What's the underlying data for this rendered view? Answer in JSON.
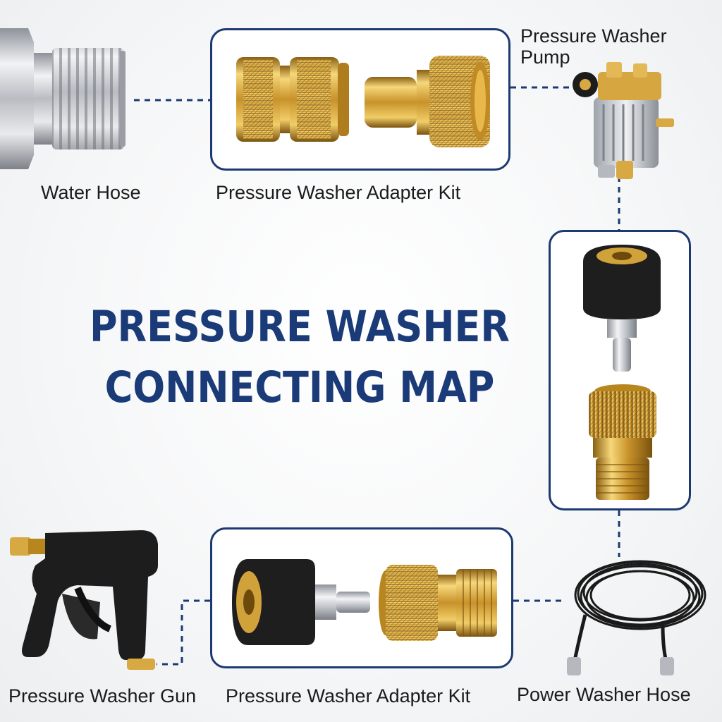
{
  "title": {
    "line1": "PRESSURE WASHER",
    "line2": "CONNECTING MAP"
  },
  "labels": {
    "water_hose": "Water Hose",
    "adapter_kit_top": "Pressure Washer Adapter Kit",
    "pump_line1": "Pressure Washer",
    "pump_line2": "Pump",
    "gun": "Pressure Washer Gun",
    "adapter_kit_bottom": "Pressure Washer Adapter Kit",
    "power_hose": "Power Washer Hose"
  },
  "colors": {
    "accent": "#1d3a70",
    "title": "#1a3a78",
    "brass": "#d9a93a",
    "steel": "#c9ccd1",
    "rubber": "#1c1c1c"
  },
  "icons": {
    "water_hose": "threaded-steel-fitting",
    "pump": "pressure-washer-pump",
    "gun": "spray-gun",
    "power_hose": "coiled-hose"
  }
}
